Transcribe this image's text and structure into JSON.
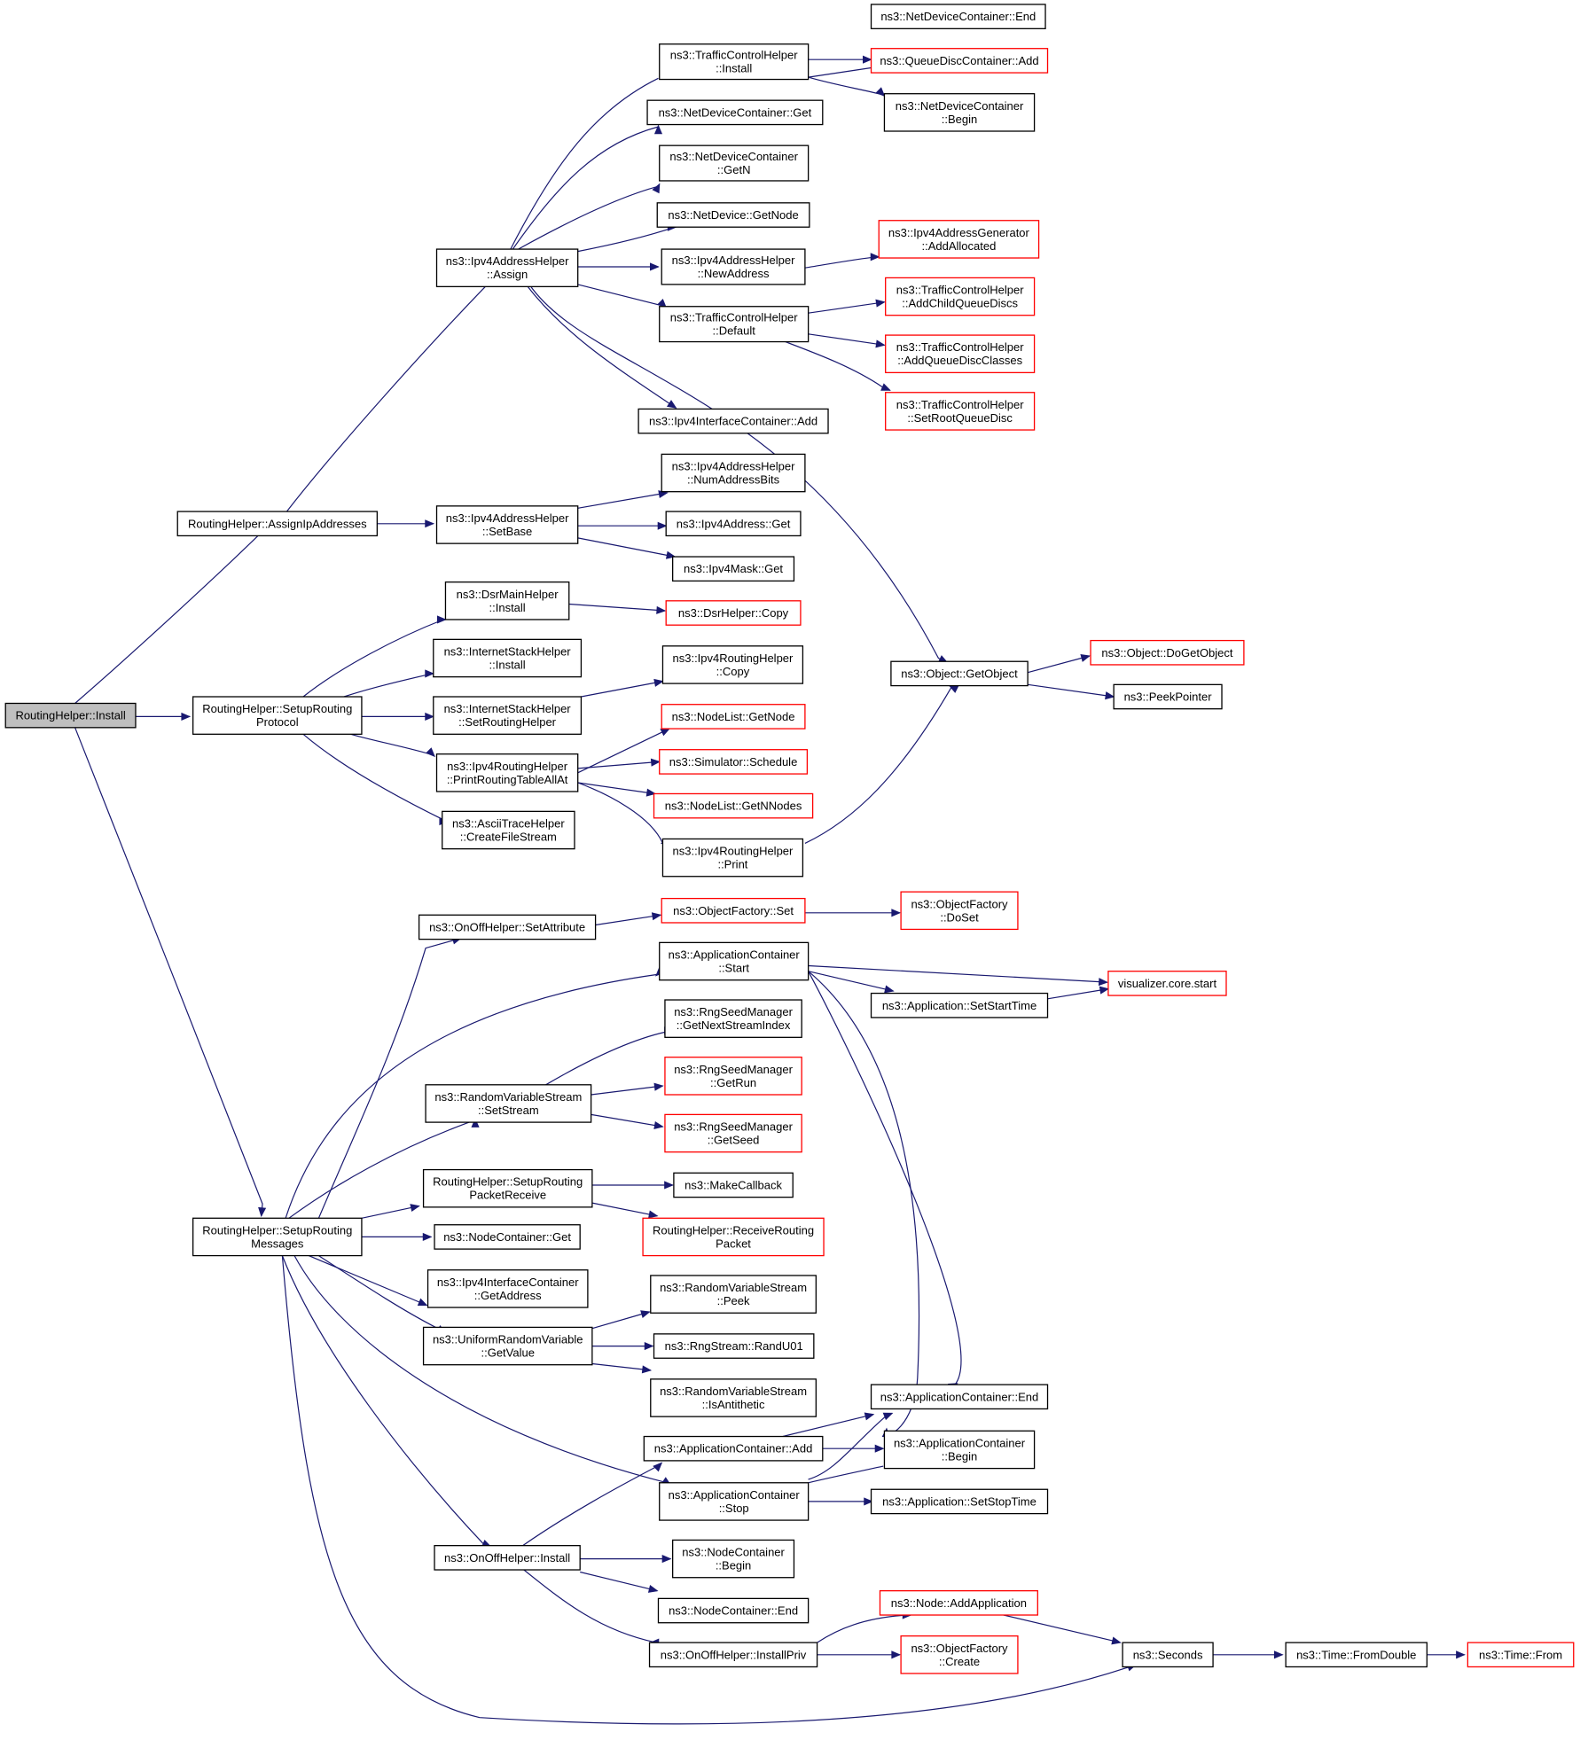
{
  "diagram": {
    "title": "Call graph of RoutingHelper::Install",
    "nodes": [
      {
        "id": "root",
        "lines": [
          "RoutingHelper::Install"
        ],
        "style": "selected"
      },
      {
        "id": "assignIp",
        "lines": [
          "RoutingHelper::AssignIpAddresses"
        ],
        "style": "plain"
      },
      {
        "id": "setupProto",
        "lines": [
          "RoutingHelper::SetupRouting",
          "Protocol"
        ],
        "style": "plain"
      },
      {
        "id": "setupMsgs",
        "lines": [
          "RoutingHelper::SetupRouting",
          "Messages"
        ],
        "style": "plain"
      },
      {
        "id": "ipv4Assign",
        "lines": [
          "ns3::Ipv4AddressHelper",
          "::Assign"
        ],
        "style": "plain"
      },
      {
        "id": "ipv4SetBase",
        "lines": [
          "ns3::Ipv4AddressHelper",
          "::SetBase"
        ],
        "style": "plain"
      },
      {
        "id": "tcInstall",
        "lines": [
          "ns3::TrafficControlHelper",
          "::Install"
        ],
        "style": "plain"
      },
      {
        "id": "ndcGet",
        "lines": [
          "ns3::NetDeviceContainer::Get"
        ],
        "style": "plain"
      },
      {
        "id": "ndcGetN",
        "lines": [
          "ns3::NetDeviceContainer",
          "::GetN"
        ],
        "style": "plain"
      },
      {
        "id": "ndGetNode",
        "lines": [
          "ns3::NetDevice::GetNode"
        ],
        "style": "plain"
      },
      {
        "id": "newAddr",
        "lines": [
          "ns3::Ipv4AddressHelper",
          "::NewAddress"
        ],
        "style": "plain"
      },
      {
        "id": "tcDefault",
        "lines": [
          "ns3::TrafficControlHelper",
          "::Default"
        ],
        "style": "plain"
      },
      {
        "id": "ipv4IfcAdd",
        "lines": [
          "ns3::Ipv4InterfaceContainer::Add"
        ],
        "style": "plain"
      },
      {
        "id": "ndcEnd",
        "lines": [
          "ns3::NetDeviceContainer::End"
        ],
        "style": "plain"
      },
      {
        "id": "qdcAdd",
        "lines": [
          "ns3::QueueDiscContainer::Add"
        ],
        "style": "red"
      },
      {
        "id": "ndcBegin",
        "lines": [
          "ns3::NetDeviceContainer",
          "::Begin"
        ],
        "style": "plain"
      },
      {
        "id": "addrAlloc",
        "lines": [
          "ns3::Ipv4AddressGenerator",
          "::AddAllocated"
        ],
        "style": "red"
      },
      {
        "id": "tcAddChild",
        "lines": [
          "ns3::TrafficControlHelper",
          "::AddChildQueueDiscs"
        ],
        "style": "red"
      },
      {
        "id": "tcAddQdc",
        "lines": [
          "ns3::TrafficControlHelper",
          "::AddQueueDiscClasses"
        ],
        "style": "red"
      },
      {
        "id": "tcSetRoot",
        "lines": [
          "ns3::TrafficControlHelper",
          "::SetRootQueueDisc"
        ],
        "style": "red"
      },
      {
        "id": "numBits",
        "lines": [
          "ns3::Ipv4AddressHelper",
          "::NumAddressBits"
        ],
        "style": "plain"
      },
      {
        "id": "addrGet",
        "lines": [
          "ns3::Ipv4Address::Get"
        ],
        "style": "plain"
      },
      {
        "id": "maskGet",
        "lines": [
          "ns3::Ipv4Mask::Get"
        ],
        "style": "plain"
      },
      {
        "id": "dsrInstall",
        "lines": [
          "ns3::DsrMainHelper",
          "::Install"
        ],
        "style": "plain"
      },
      {
        "id": "dsrCopy",
        "lines": [
          "ns3::DsrHelper::Copy"
        ],
        "style": "red"
      },
      {
        "id": "ishInstall",
        "lines": [
          "ns3::InternetStackHelper",
          "::Install"
        ],
        "style": "plain"
      },
      {
        "id": "ishSetRouting",
        "lines": [
          "ns3::InternetStackHelper",
          "::SetRoutingHelper"
        ],
        "style": "plain"
      },
      {
        "id": "rhCopy",
        "lines": [
          "ns3::Ipv4RoutingHelper",
          "::Copy"
        ],
        "style": "plain"
      },
      {
        "id": "rhPrintAll",
        "lines": [
          "ns3::Ipv4RoutingHelper",
          "::PrintRoutingTableAllAt"
        ],
        "style": "plain"
      },
      {
        "id": "nlGetNode",
        "lines": [
          "ns3::NodeList::GetNode"
        ],
        "style": "red"
      },
      {
        "id": "simSchedule",
        "lines": [
          "ns3::Simulator::Schedule"
        ],
        "style": "red"
      },
      {
        "id": "nlGetN",
        "lines": [
          "ns3::NodeList::GetNNodes"
        ],
        "style": "red"
      },
      {
        "id": "rhPrint",
        "lines": [
          "ns3::Ipv4RoutingHelper",
          "::Print"
        ],
        "style": "plain"
      },
      {
        "id": "asciiCreate",
        "lines": [
          "ns3::AsciiTraceHelper",
          "::CreateFileStream"
        ],
        "style": "plain"
      },
      {
        "id": "objGetObject",
        "lines": [
          "ns3::Object::GetObject"
        ],
        "style": "plain"
      },
      {
        "id": "objDoGet",
        "lines": [
          "ns3::Object::DoGetObject"
        ],
        "style": "red"
      },
      {
        "id": "peekPtr",
        "lines": [
          "ns3::PeekPointer"
        ],
        "style": "plain"
      },
      {
        "id": "onoffSetAttr",
        "lines": [
          "ns3::OnOffHelper::SetAttribute"
        ],
        "style": "plain"
      },
      {
        "id": "ofSet",
        "lines": [
          "ns3::ObjectFactory::Set"
        ],
        "style": "red"
      },
      {
        "id": "ofDoSet",
        "lines": [
          "ns3::ObjectFactory",
          "::DoSet"
        ],
        "style": "red"
      },
      {
        "id": "acStart",
        "lines": [
          "ns3::ApplicationContainer",
          "::Start"
        ],
        "style": "plain"
      },
      {
        "id": "vizStart",
        "lines": [
          "visualizer.core.start"
        ],
        "style": "red"
      },
      {
        "id": "appSetStart",
        "lines": [
          "ns3::Application::SetStartTime"
        ],
        "style": "plain"
      },
      {
        "id": "rngNextIdx",
        "lines": [
          "ns3::RngSeedManager",
          "::GetNextStreamIndex"
        ],
        "style": "plain"
      },
      {
        "id": "rvsSetStream",
        "lines": [
          "ns3::RandomVariableStream",
          "::SetStream"
        ],
        "style": "plain"
      },
      {
        "id": "rngGetRun",
        "lines": [
          "ns3::RngSeedManager",
          "::GetRun"
        ],
        "style": "red"
      },
      {
        "id": "rngGetSeed",
        "lines": [
          "ns3::RngSeedManager",
          "::GetSeed"
        ],
        "style": "red"
      },
      {
        "id": "setupRecv",
        "lines": [
          "RoutingHelper::SetupRouting",
          "PacketReceive"
        ],
        "style": "plain"
      },
      {
        "id": "makeCb",
        "lines": [
          "ns3::MakeCallback"
        ],
        "style": "plain"
      },
      {
        "id": "recvPkt",
        "lines": [
          "RoutingHelper::ReceiveRouting",
          "Packet"
        ],
        "style": "red"
      },
      {
        "id": "ncGet",
        "lines": [
          "ns3::NodeContainer::Get"
        ],
        "style": "plain"
      },
      {
        "id": "ifcGetAddr",
        "lines": [
          "ns3::Ipv4InterfaceContainer",
          "::GetAddress"
        ],
        "style": "plain"
      },
      {
        "id": "urvGetValue",
        "lines": [
          "ns3::UniformRandomVariable",
          "::GetValue"
        ],
        "style": "plain"
      },
      {
        "id": "rvsPeek",
        "lines": [
          "ns3::RandomVariableStream",
          "::Peek"
        ],
        "style": "plain"
      },
      {
        "id": "randU01",
        "lines": [
          "ns3::RngStream::RandU01"
        ],
        "style": "plain"
      },
      {
        "id": "rvsAnti",
        "lines": [
          "ns3::RandomVariableStream",
          "::IsAntithetic"
        ],
        "style": "plain"
      },
      {
        "id": "acEnd",
        "lines": [
          "ns3::ApplicationContainer::End"
        ],
        "style": "plain"
      },
      {
        "id": "acAdd",
        "lines": [
          "ns3::ApplicationContainer::Add"
        ],
        "style": "plain"
      },
      {
        "id": "acBegin",
        "lines": [
          "ns3::ApplicationContainer",
          "::Begin"
        ],
        "style": "plain"
      },
      {
        "id": "acStop",
        "lines": [
          "ns3::ApplicationContainer",
          "::Stop"
        ],
        "style": "plain"
      },
      {
        "id": "appSetStop",
        "lines": [
          "ns3::Application::SetStopTime"
        ],
        "style": "plain"
      },
      {
        "id": "onoffInstall",
        "lines": [
          "ns3::OnOffHelper::Install"
        ],
        "style": "plain"
      },
      {
        "id": "ncBegin",
        "lines": [
          "ns3::NodeContainer",
          "::Begin"
        ],
        "style": "plain"
      },
      {
        "id": "ncEnd",
        "lines": [
          "ns3::NodeContainer::End"
        ],
        "style": "plain"
      },
      {
        "id": "onoffPriv",
        "lines": [
          "ns3::OnOffHelper::InstallPriv"
        ],
        "style": "plain"
      },
      {
        "id": "nodeAddApp",
        "lines": [
          "ns3::Node::AddApplication"
        ],
        "style": "red"
      },
      {
        "id": "ofCreate",
        "lines": [
          "ns3::ObjectFactory",
          "::Create"
        ],
        "style": "red"
      },
      {
        "id": "seconds",
        "lines": [
          "ns3::Seconds"
        ],
        "style": "plain"
      },
      {
        "id": "timeFromDouble",
        "lines": [
          "ns3::Time::FromDouble"
        ],
        "style": "plain"
      },
      {
        "id": "timeFrom",
        "lines": [
          "ns3::Time::From"
        ],
        "style": "red"
      }
    ]
  }
}
